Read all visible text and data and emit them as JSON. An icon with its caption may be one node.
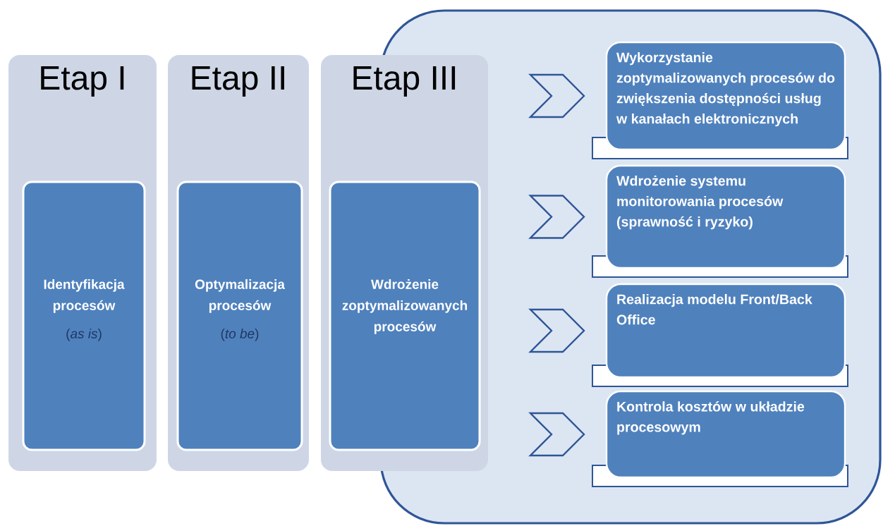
{
  "diagram": {
    "nodes": [
      {
        "text": [],
        "shape": "box"
      },
      {
        "text": [
          "Etap I"
        ]
      },
      {
        "text": [
          "Identyfikacja procesów",
          "(*as is*)"
        ],
        "in": 1
      },
      {
        "text": [
          "Etap II"
        ]
      },
      {
        "text": [
          "Optymalizacja procesów",
          "(*to be*)"
        ],
        "in": 3
      },
      {
        "text": [
          "Etap III"
        ]
      },
      {
        "text": [
          "Wdrożenie zoptymalizowanych procesów"
        ],
        "in": 5
      },
      {
        "text": [
          "Wykorzystanie zoptymalizowanych procesów do zwiększenia dostępności usług w kanałach elektronicznych"
        ],
        "in": 0
      },
      {
        "text": [
          "Wdrożenie systemu monitorowania procesów (sprawność i ryzyko)"
        ],
        "in": 0
      },
      {
        "text": [
          "Realizacja modelu Front/Back Office"
        ],
        "in": 0
      },
      {
        "text": [
          "Kontrola kosztów w układzie procesowym"
        ],
        "in": 0
      }
    ]
  }
}
